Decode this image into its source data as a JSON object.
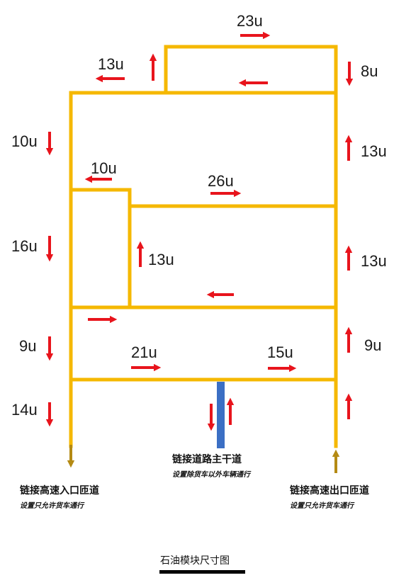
{
  "labels": {
    "top_23u": "23u",
    "top_13u": "13u",
    "right_8u": "8u",
    "left_10u_a": "10u",
    "right_13u_a": "13u",
    "inner_10u": "10u",
    "inner_26u": "26u",
    "left_16u": "16u",
    "inner_13u": "13u",
    "right_13u_b": "13u",
    "left_9u": "9u",
    "right_9u": "9u",
    "inner_21u": "21u",
    "inner_15u": "15u",
    "left_14u": "14u"
  },
  "captions": {
    "left_main": "链接高速入口匝道",
    "left_sub": "设置只允许货车通行",
    "center_main": "链接道路主干道",
    "center_sub": "设置除货车以外车辆通行",
    "right_main": "链接高速出口匝道",
    "right_sub": "设置只允许货车通行",
    "title": "石油模块尺寸图"
  },
  "colors": {
    "road": "#F5B800",
    "arrow": "#E8141C",
    "main_road": "#3B6FC4",
    "exit_arrow": "#B48A14",
    "text": "#1a1a1a"
  }
}
